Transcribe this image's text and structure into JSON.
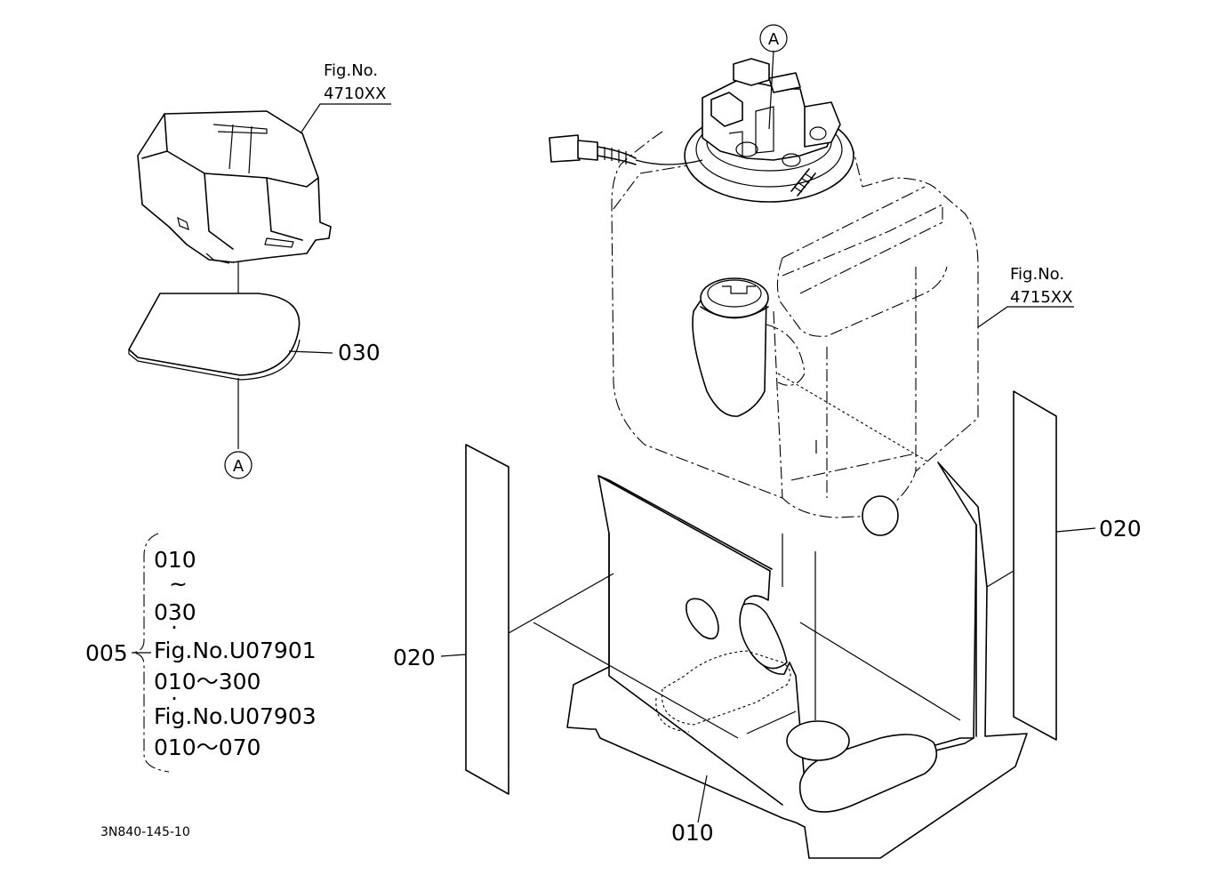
{
  "figure_refs": {
    "cover": {
      "line1": "Fig.No.",
      "line2": "4710XX"
    },
    "tank": {
      "line1": "Fig.No.",
      "line2": "4715XX"
    }
  },
  "callouts": {
    "ref_a_top": "A",
    "ref_a_left": "A",
    "part_030": "030",
    "part_020_left": "020",
    "part_020_right": "020",
    "part_010": "010"
  },
  "assembly": {
    "number": "005",
    "lines": [
      "010",
      "~",
      "030",
      "·",
      "Fig.No.U07901",
      "010～300",
      "·",
      "Fig.No.U07903",
      "010～070"
    ]
  },
  "drawing_code": "3N840-145-10"
}
